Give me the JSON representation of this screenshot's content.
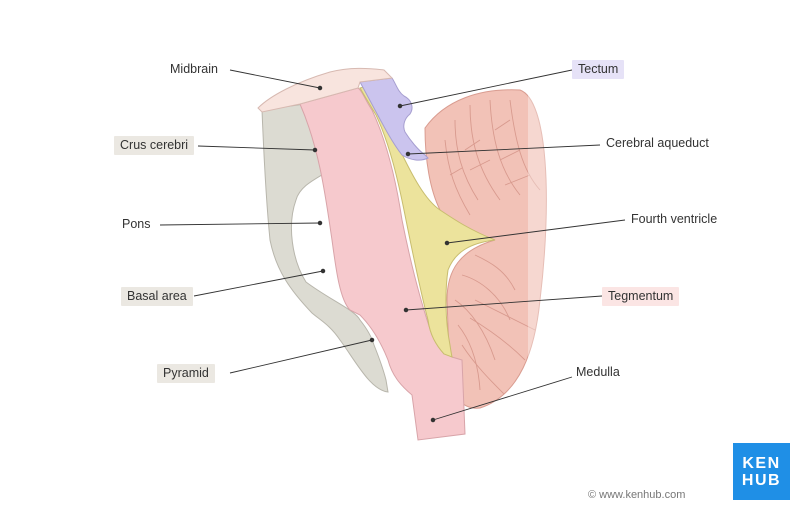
{
  "colors": {
    "midbrain_top": "#f8e4de",
    "basal_area": "#dcdbd2",
    "tegmentum": "#f6c9cd",
    "tectum": "#cbc4ee",
    "ventricle": "#ece39c",
    "cerebellum": "#f2c2b7",
    "crus_cerebri_bg": "#ebe8e2",
    "basal_area_bg": "#ebe8e2",
    "pyramid_bg": "#ebe8e2",
    "tectum_bg": "#e6e2f7",
    "tegmentum_bg": "#fbe5e4",
    "logo_bg": "#1f8fe6",
    "leader_line": "#333333"
  },
  "labels": {
    "midbrain": "Midbrain",
    "crus_cerebri": "Crus cerebri",
    "pons": "Pons",
    "basal_area": "Basal area",
    "pyramid": "Pyramid",
    "tectum": "Tectum",
    "cerebral_aqueduct": "Cerebral aqueduct",
    "fourth_ventricle": "Fourth ventricle",
    "tegmentum": "Tegmentum",
    "medulla": "Medulla"
  },
  "logo": {
    "line1": "KEN",
    "line2": "HUB"
  },
  "copyright": "© www.kenhub.com"
}
